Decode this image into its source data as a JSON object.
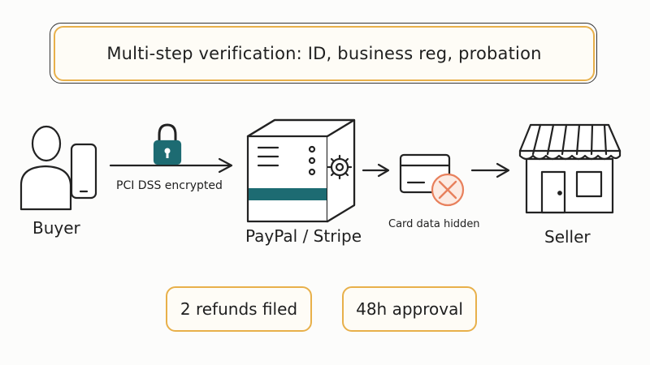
{
  "banner": {
    "text": "Multi-step verification: ID, business reg, probation"
  },
  "nodes": {
    "buyer": "Buyer",
    "gateway": "PayPal / Stripe",
    "seller": "Seller"
  },
  "edges": {
    "buyer_to_gateway": "PCI DSS encrypted",
    "gateway_to_seller": "Card data hidden"
  },
  "stats": {
    "refunds": "2 refunds filed",
    "approval": "48h approval"
  },
  "colors": {
    "accent": "#e8b04a",
    "teal": "#1d6b72",
    "reject": "#e8805c"
  },
  "icons": [
    "person-icon",
    "phone-icon",
    "lock-icon",
    "server-icon",
    "card-icon",
    "reject-icon",
    "store-icon"
  ]
}
